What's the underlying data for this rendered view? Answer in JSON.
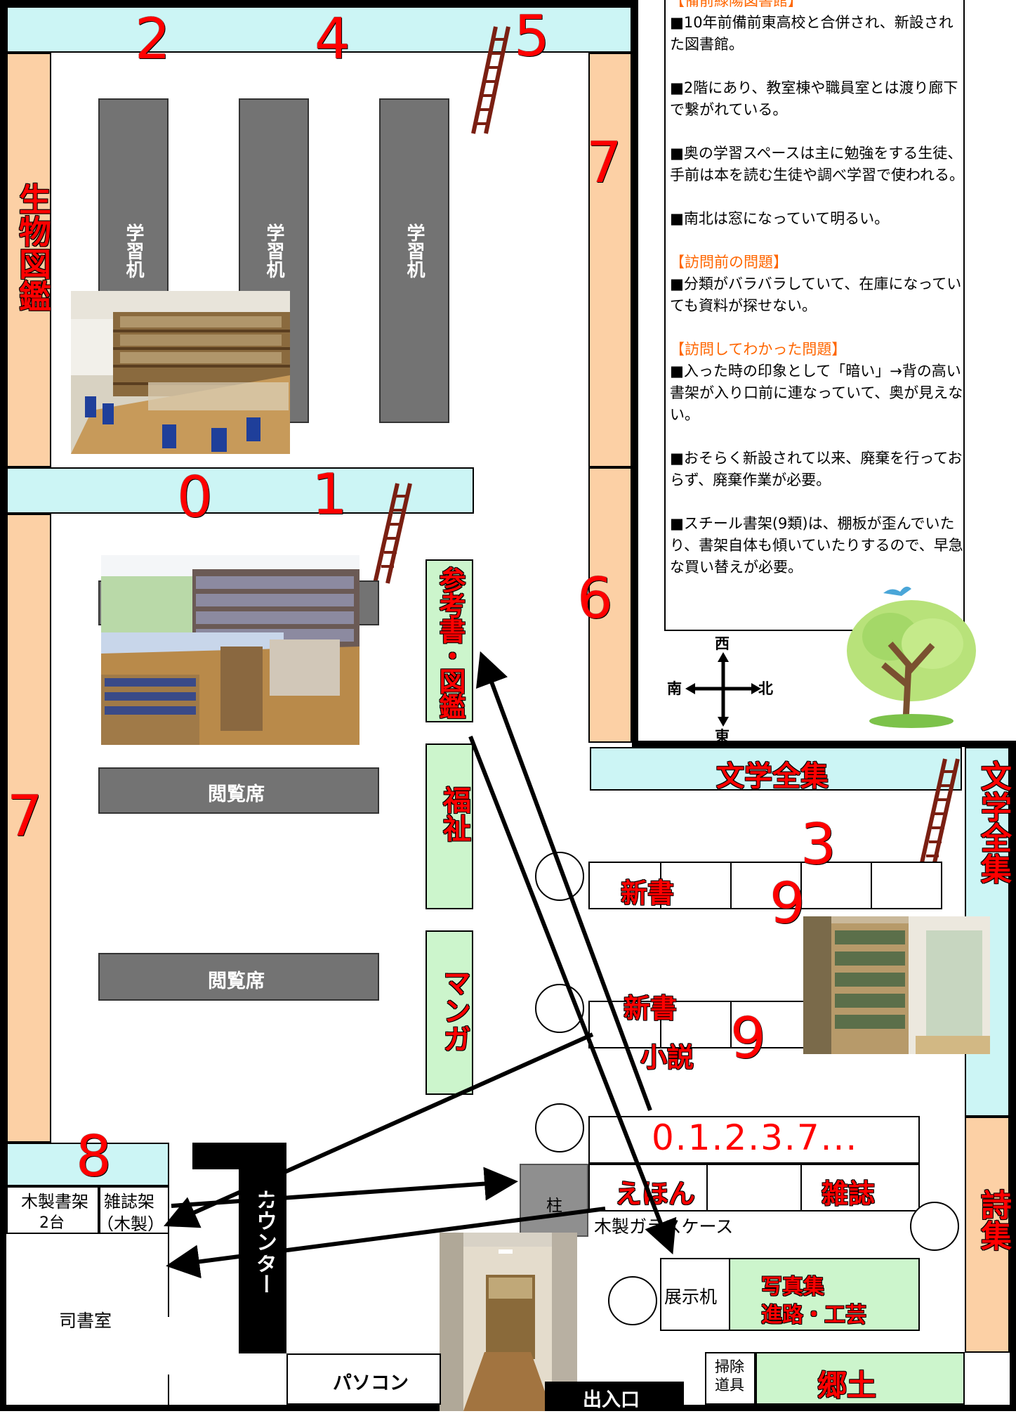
{
  "colors": {
    "shelf_blue": "#ccf5f5",
    "shelf_orange": "#fcd0a5",
    "shelf_green": "#ccf5cc",
    "desk_gray": "#737373",
    "label_red": "#ff0000",
    "note_heading": "#ff6600",
    "wall_black": "#000000"
  },
  "shelf_numbers": {
    "n2": "2",
    "n4": "4",
    "n5": "5",
    "n7_top": "7",
    "n0": "0",
    "n1": "1",
    "n6": "6",
    "n7_left": "7",
    "n3": "3",
    "n9_a": "9",
    "n9_b": "9",
    "n8": "8"
  },
  "labels": {
    "biology": "生物図鑑",
    "study_desk": "学習机",
    "reference": "参考書・図鑑",
    "welfare": "福祉",
    "manga": "マンガ",
    "reading_seat": "閲覧席",
    "literature_all_h": "文学全集",
    "literature_all_v": "文学全集",
    "shinsho": "新書",
    "shinsho2": "新書",
    "novel": "小説",
    "general_nums": "0.1.2.3.7...",
    "picture_books": "えほん",
    "magazines": "雑誌",
    "glass_case": "木製ガラスケース",
    "pillar": "柱",
    "display_desk": "展示机",
    "photo_books": "写真集",
    "career_crafts": "進路・工芸",
    "poetry": "詩集",
    "local": "郷土",
    "cleaning_tools": "掃除道具",
    "entrance": "出入口",
    "pc": "パソコン",
    "counter": "カウンター",
    "librarian_room": "司書室",
    "wood_shelf": "木製書架",
    "wood_shelf_count": "2台",
    "magazine_rack": "雑誌架",
    "magazine_rack_material": "（木製）"
  },
  "compass": {
    "west": "西",
    "east": "東",
    "south": "南",
    "north": "北"
  },
  "notes": {
    "title": "【備前緑陽図書館】",
    "p1": "■10年前備前東高校と合併され、新設された図書館。",
    "p2": "■2階にあり、教室棟や職員室とは渡り廊下で繋がれている。",
    "p3": "■奥の学習スペースは主に勉強をする生徒、手前は本を読む生徒や調べ学習で使われる。",
    "p4": "■南北は窓になっていて明るい。",
    "h2": "【訪問前の問題】",
    "p5": "■分類がバラバラしていて、在庫になっていても資料が探せない。",
    "h3": "【訪問してわかった問題】",
    "p6": "■入った時の印象として「暗い」→背の高い書架が入り口前に連なっていて、奥が見えない。",
    "p7": "■おそらく新設されて以来、廃棄を行っておらず、廃棄作業が必要。",
    "p8": "■スチール書架(9類)は、棚板が歪んでいたり、書架自体も傾いていたりするので、早急な買い替えが必要。"
  }
}
